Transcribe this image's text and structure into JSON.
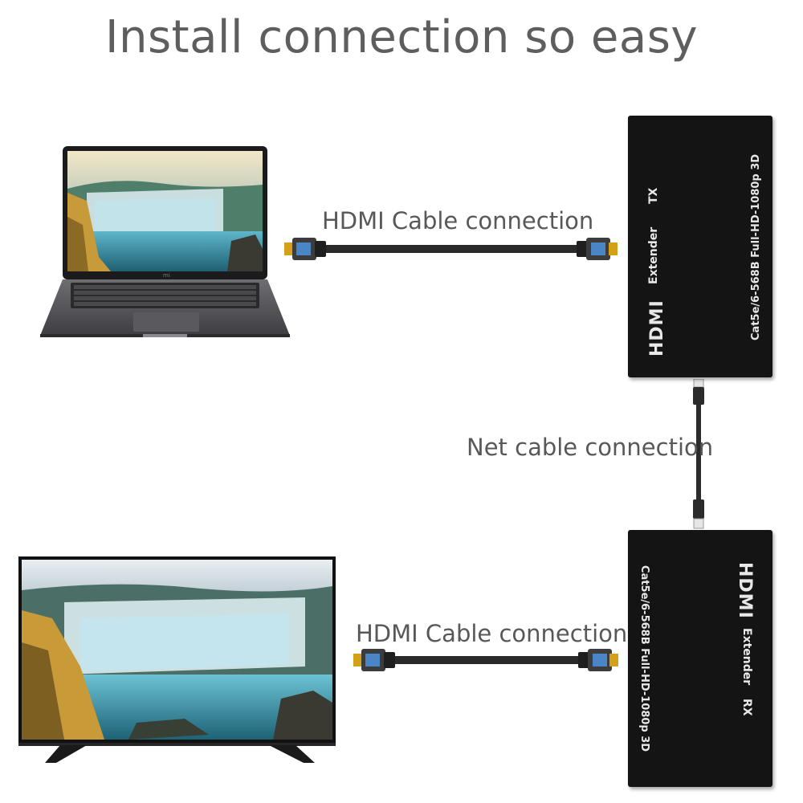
{
  "title": "Install connection so easy",
  "connections": {
    "top_hdmi": "HDMI Cable connection",
    "net": "Net cable connection",
    "bottom_hdmi": "HDMI Cable connection"
  },
  "devices": {
    "laptop": {
      "brand": "mi"
    },
    "tx": {
      "logo": "HDMI",
      "name": "Extender",
      "mode": "TX",
      "spec": "Cat5e/6-568B  Full-HD-1080p 3D"
    },
    "rx": {
      "logo": "HDMI",
      "name": "Extender",
      "mode": "RX",
      "spec": "Cat5e/6-568B  Full-HD-1080p 3D"
    }
  },
  "colors": {
    "text": "#5e5e5e",
    "device_body": "#141414",
    "cable": "#2a2a2a",
    "connector_gold": "#d4a017",
    "connector_blue": "#4a86c5"
  }
}
